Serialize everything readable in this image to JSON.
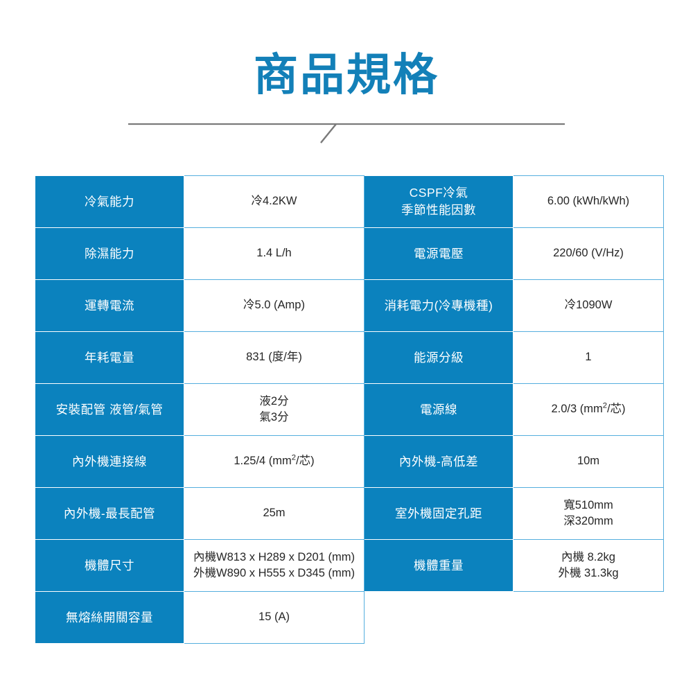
{
  "header": {
    "title": "商品規格",
    "title_color": "#1380b8",
    "divider_color": "#7a7a7a"
  },
  "theme": {
    "label_bg": "#0b82be",
    "label_text": "#ffffff",
    "value_bg": "#ffffff",
    "value_text": "#262626",
    "value_border": "#54aede"
  },
  "table": {
    "rows": [
      {
        "label_left": "冷氣能力",
        "value_left": [
          "冷4.2KW"
        ],
        "label_right": "CSPF冷氣\n季節性能因數",
        "label_right_lines": [
          "CSPF冷氣",
          "季節性能因數"
        ],
        "value_right": [
          "6.00 (kWh/kWh)"
        ]
      },
      {
        "label_left": "除濕能力",
        "value_left": [
          "1.4 L/h"
        ],
        "label_right_lines": [
          "電源電壓"
        ],
        "value_right": [
          "220/60 (V/Hz)"
        ]
      },
      {
        "label_left": "運轉電流",
        "value_left": [
          "冷5.0 (Amp)"
        ],
        "label_right_lines": [
          "消耗電力(冷專機種)"
        ],
        "value_right": [
          "冷1090W"
        ]
      },
      {
        "label_left": "年耗電量",
        "value_left": [
          "831 (度/年)"
        ],
        "label_right_lines": [
          "能源分級"
        ],
        "value_right": [
          "1"
        ]
      },
      {
        "label_left": "安裝配管 液管/氣管",
        "value_left": [
          "液2分",
          "氣3分"
        ],
        "label_right_lines": [
          "電源線"
        ],
        "value_right": [
          "2.0/3 (mm²/芯)"
        ]
      },
      {
        "label_left": "內外機連接線",
        "value_left": [
          "1.25/4 (mm²/芯)"
        ],
        "label_right_lines": [
          "內外機-高低差"
        ],
        "value_right": [
          "10m"
        ]
      },
      {
        "label_left": "內外機-最長配管",
        "value_left": [
          "25m"
        ],
        "label_right_lines": [
          "室外機固定孔距"
        ],
        "value_right": [
          "寬510mm",
          "深320mm"
        ]
      },
      {
        "label_left": "機體尺寸",
        "value_left": [
          "內機W813 x H289 x D201 (mm)",
          "外機W890 x H555 x D345 (mm)"
        ],
        "label_right_lines": [
          "機體重量"
        ],
        "value_right": [
          "內機 8.2kg",
          "外機 31.3kg"
        ]
      },
      {
        "label_left": "無熔絲開關容量",
        "value_left": [
          "15 (A)"
        ],
        "label_right_lines": [],
        "value_right": []
      }
    ]
  }
}
